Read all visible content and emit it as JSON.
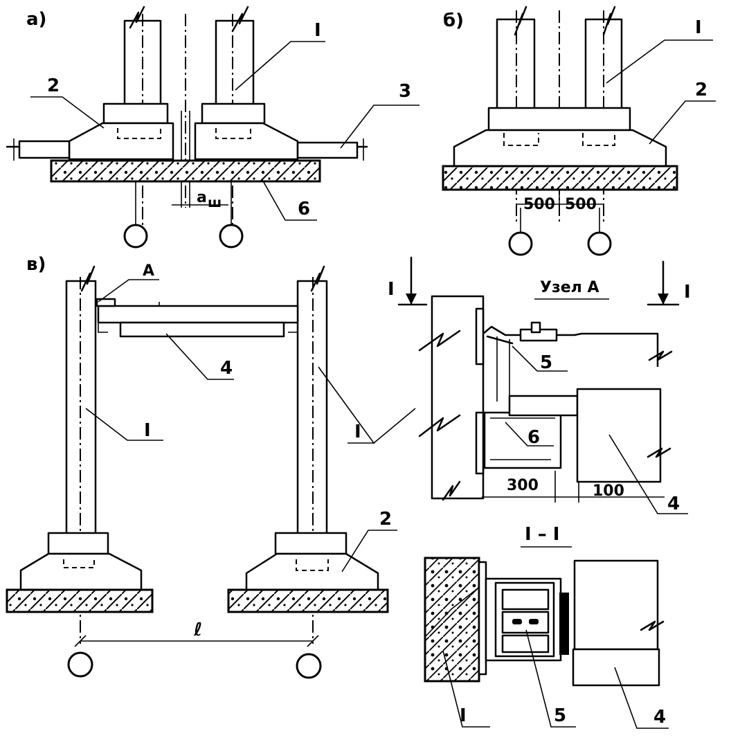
{
  "panels": {
    "a": {
      "letter": "а)",
      "pos_1": "I",
      "pos_2": "2",
      "pos_3": "3",
      "pos_6": "6",
      "dim_symbol": "a",
      "dim_sub": "ш"
    },
    "b": {
      "letter": "б)",
      "pos_1": "I",
      "pos_2": "2",
      "dim_left": "500",
      "dim_right": "500"
    },
    "v": {
      "letter": "в)",
      "node_label": "A",
      "pos_4": "4",
      "pos_1_left": "I",
      "pos_1_right": "I",
      "pos_2": "2",
      "span": "ℓ"
    },
    "node": {
      "title": "Узел А",
      "section_mark_left": "I",
      "section_mark_right": "I",
      "pos_5": "5",
      "pos_6": "6",
      "pos_4": "4",
      "dim_300": "300",
      "dim_100": "100"
    },
    "section": {
      "title": "I – I",
      "pos_1": "I",
      "pos_5": "5",
      "pos_4": "4"
    }
  }
}
